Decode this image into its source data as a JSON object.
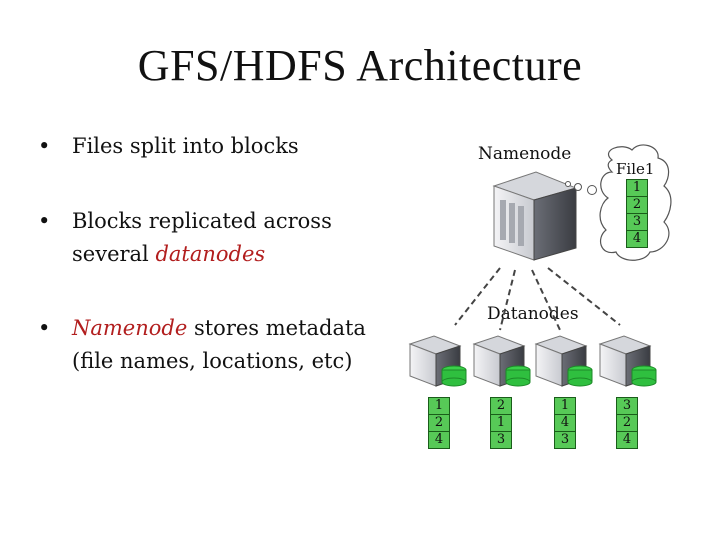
{
  "title": "GFS/HDFS Architecture",
  "bullets": [
    {
      "parts": [
        "Files split into blocks",
        ""
      ]
    },
    {
      "line1": "Blocks replicated across",
      "line2_prefix": "several ",
      "line2_highlight": "datanodes"
    },
    {
      "highlight": "Namenode",
      "line1_rest": " stores metadata",
      "line2": "(file names, locations, etc)"
    }
  ],
  "namenode_label": "Namenode",
  "datanodes_label": "Datanodes",
  "file_label": "File1",
  "file_blocks": [
    "1",
    "2",
    "3",
    "4"
  ],
  "datanode_blocks": [
    [
      "1",
      "2",
      "4"
    ],
    [
      "2",
      "1",
      "3"
    ],
    [
      "1",
      "4",
      "3"
    ],
    [
      "3",
      "2",
      "4"
    ]
  ],
  "colors": {
    "highlight": "#b21e1e",
    "block_fill": "#57c957",
    "disk": "#2fbf3f"
  }
}
